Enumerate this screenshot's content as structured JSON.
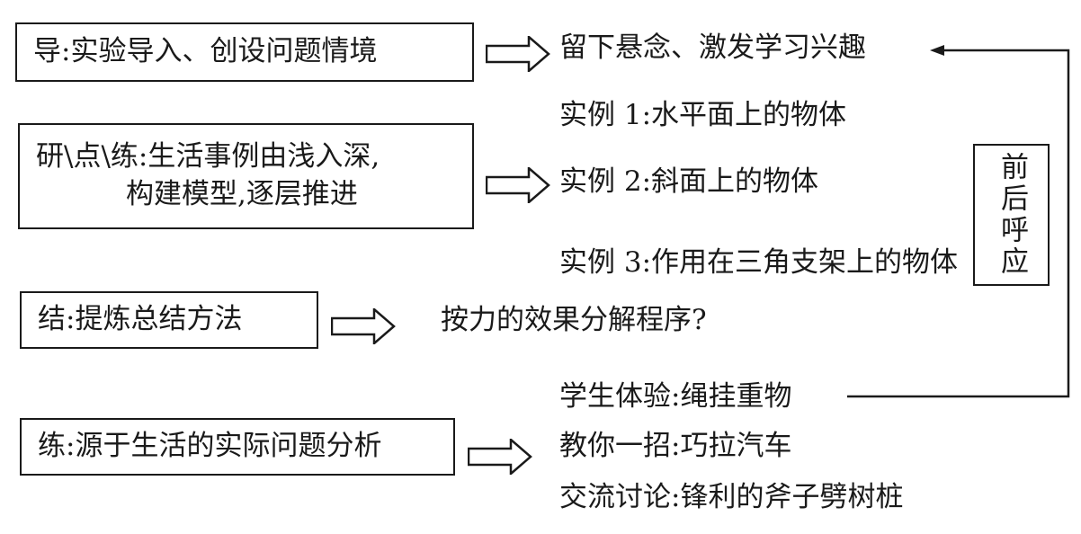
{
  "boxes": {
    "dao": "导:实验导入、创设问题情境",
    "yan_line1": "研\\点\\练:生活事例由浅入深,",
    "yan_line2": "构建模型,逐层推进",
    "jie": "结:提炼总结方法",
    "lian": "练:源于生活的实际问题分析"
  },
  "outcomes": {
    "dao": "留下悬念、激发学习兴趣",
    "example1": "实例 1:水平面上的物体",
    "example2": "实例 2:斜面上的物体",
    "example3": "实例 3:作用在三角支架上的物体",
    "jie": "按力的效果分解程序?",
    "lian1": "学生体验:绳挂重物",
    "lian2": "教你一招:巧拉汽车",
    "lian3": "交流讨论:锋利的斧子劈树桩"
  },
  "side_label": "前后呼应"
}
